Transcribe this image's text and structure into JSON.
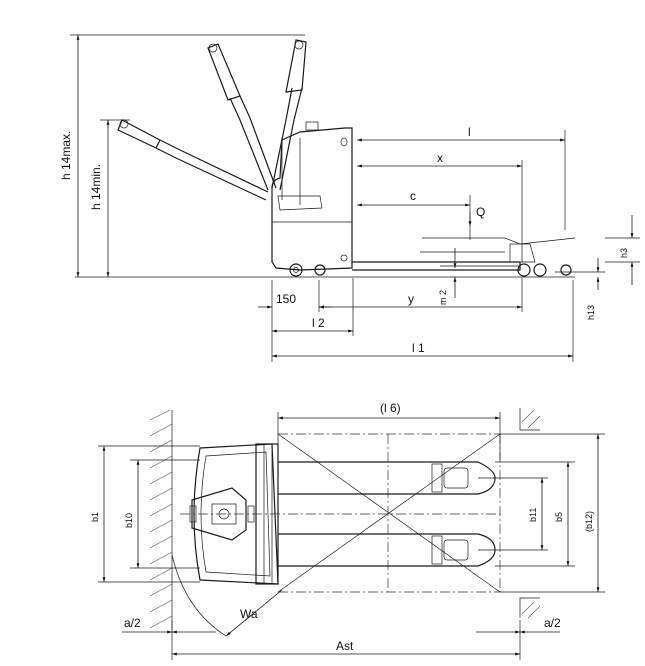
{
  "side_view": {
    "labels": {
      "h14max": "h 14max.",
      "h14min": "h 14min.",
      "l": "l",
      "x": "x",
      "c": "c",
      "Q": "Q",
      "h3": "h3",
      "m2": "m 2",
      "y": "y",
      "h13": "h13",
      "d150": "150",
      "l2": "l 2",
      "l1": "l 1"
    }
  },
  "top_view": {
    "labels": {
      "l6": "(l 6)",
      "b1": "b1",
      "b10": "b10",
      "b11": "b11",
      "b5": "b5",
      "b12": "(b12)",
      "Wa": "Wa",
      "a2_left": "a/2",
      "a2_right": "a/2",
      "Ast": "Ast"
    }
  }
}
